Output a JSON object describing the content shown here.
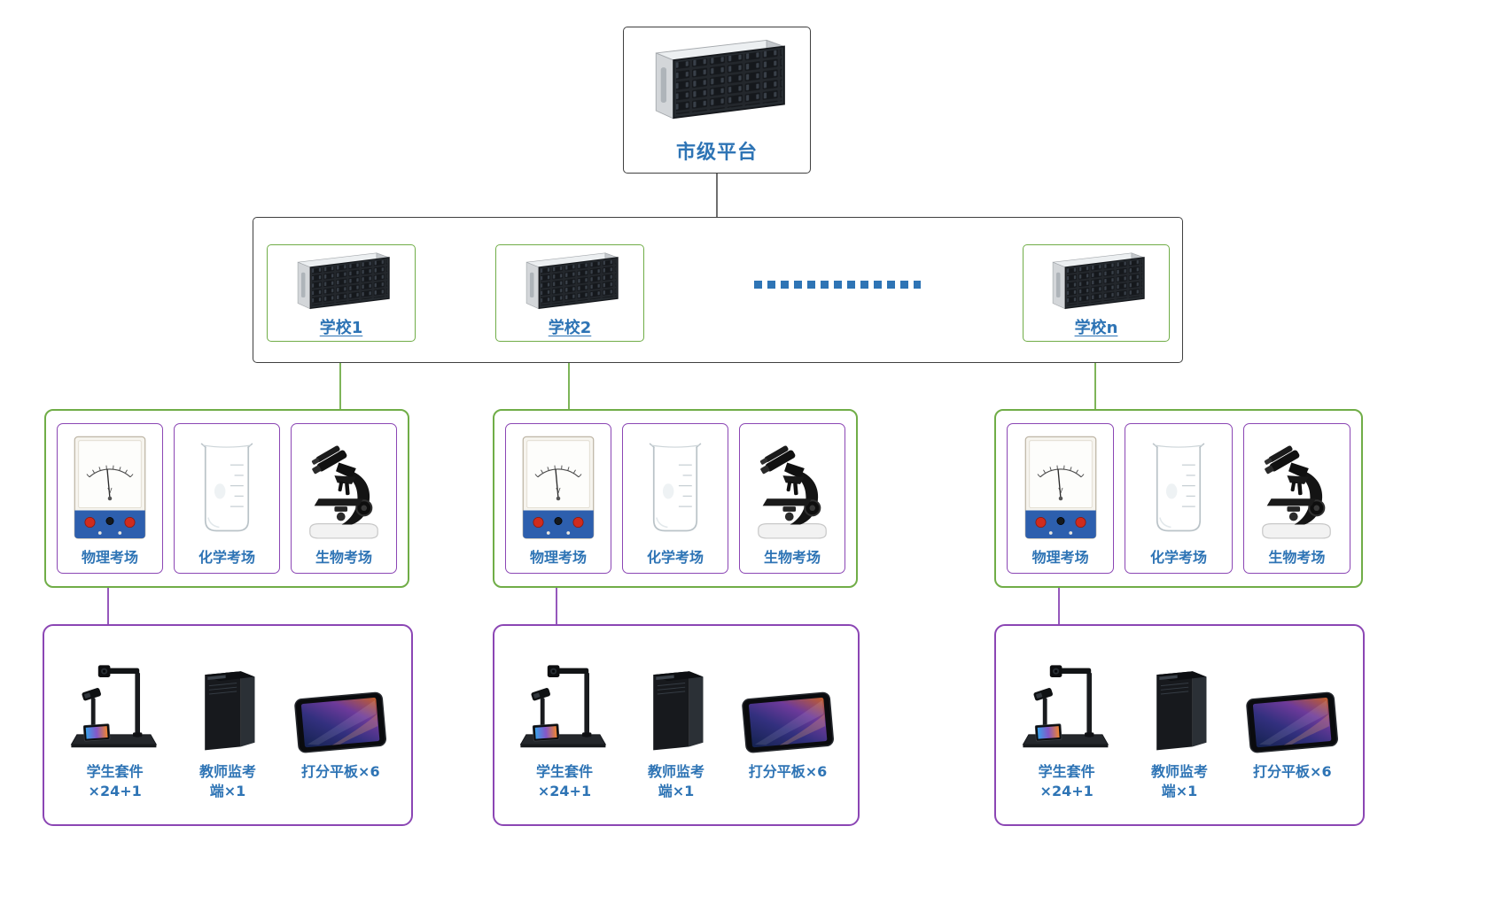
{
  "colors": {
    "accent": "#2E74B5",
    "green": "#70AD47",
    "purple": "#8B46B4",
    "dark": "#3F3F3F"
  },
  "icons": {
    "platform": "server-icon",
    "school": "server-icon",
    "physics": "voltmeter-icon",
    "chemistry": "beaker-icon",
    "biology": "microscope-icon",
    "student_kit": "document-camera-icon",
    "teacher_station": "tower-pc-icon",
    "scoring_tablet": "tablet-icon"
  },
  "platform": {
    "label": "市级平台"
  },
  "schools": [
    {
      "label": "学校1"
    },
    {
      "label": "学校2"
    },
    {
      "label": "学校n"
    }
  ],
  "exam_groups": [
    {
      "rooms": [
        {
          "label": "物理考场"
        },
        {
          "label": "化学考场"
        },
        {
          "label": "生物考场"
        }
      ]
    },
    {
      "rooms": [
        {
          "label": "物理考场"
        },
        {
          "label": "化学考场"
        },
        {
          "label": "生物考场"
        }
      ]
    },
    {
      "rooms": [
        {
          "label": "物理考场"
        },
        {
          "label": "化学考场"
        },
        {
          "label": "生物考场"
        }
      ]
    }
  ],
  "device_groups": [
    {
      "devices": [
        {
          "label": "学生套件\n×24+1"
        },
        {
          "label": "教师监考\n端×1"
        },
        {
          "label": "打分平板×6"
        }
      ]
    },
    {
      "devices": [
        {
          "label": "学生套件\n×24+1"
        },
        {
          "label": "教师监考\n端×1"
        },
        {
          "label": "打分平板×6"
        }
      ]
    },
    {
      "devices": [
        {
          "label": "学生套件\n×24+1"
        },
        {
          "label": "教师监考\n端×1"
        },
        {
          "label": "打分平板×6"
        }
      ]
    }
  ]
}
